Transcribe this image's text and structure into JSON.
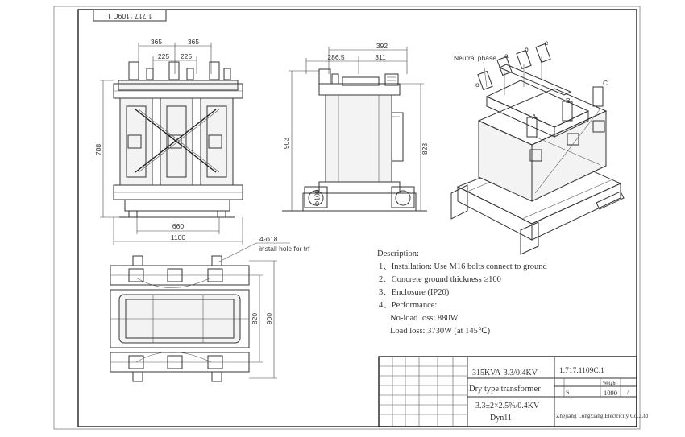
{
  "drawing_number_rotated": "1.717.1109C.1",
  "front_view": {
    "dim_top_left": "365",
    "dim_top_right": "365",
    "dim_mid_left": "225",
    "dim_mid_right": "225",
    "dim_height": "788",
    "dim_inner_width": "660",
    "dim_total_width": "1100"
  },
  "side_view": {
    "dim_top": "392",
    "dim_left": "286.5",
    "dim_right": "311",
    "dim_height_left": "903",
    "dim_height_right": "828",
    "wheel_label": "Φ100"
  },
  "iso_view": {
    "neutral_label": "Neutral phase",
    "terminal_labels": [
      "a",
      "b",
      "c",
      "o",
      "A",
      "B",
      "C"
    ]
  },
  "plan_view": {
    "hole_label": "4-φ18",
    "hole_note": "install hole for trf",
    "dim_inner": "820",
    "dim_outer": "900"
  },
  "description": {
    "heading": "Description:",
    "line1": "1、Installation: Use M16 bolts connect to ground",
    "line2": "2、Concrete ground thickness ≥100",
    "line3": "3、Enclosure (IP20)",
    "line4": "4、Performance:",
    "line5": "No-load loss: 880W",
    "line6": "Load loss: 3730W (at 145℃)"
  },
  "title_block": {
    "rating": "315KVA-3.3/0.4KV",
    "name": "Dry type transformer",
    "ratio": "3.3±2×2.5%/0.4KV",
    "vector_group": "Dyn11",
    "drawing_no": "1.717.1109C.1",
    "weight_label": "Weight",
    "stage": "S",
    "weight_value": "1090",
    "slash": "/",
    "company": "Zhejiang Longxiang Electricity Co.,Ltd"
  }
}
